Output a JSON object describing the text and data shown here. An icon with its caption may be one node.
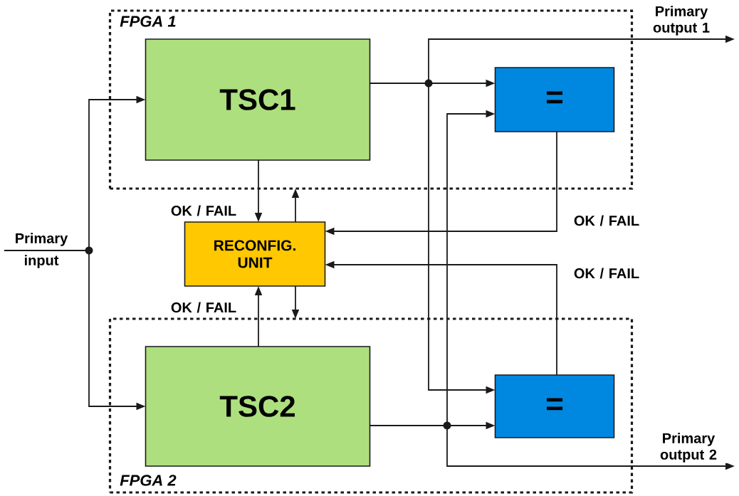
{
  "diagram": {
    "nodes": [
      {
        "text": [
          "FPGA 1"
        ]
      },
      {
        "text": [
          "TSC1"
        ],
        "in": 0
      },
      {
        "text": [
          "="
        ],
        "in": 0
      },
      {
        "text": [
          "Primary input"
        ]
      },
      {
        "text": [
          "RECONFIG. UNIT"
        ]
      },
      {
        "text": [
          "FPGA 2"
        ]
      },
      {
        "text": [
          "TSC2"
        ],
        "in": 5
      },
      {
        "text": [
          "="
        ],
        "in": 5
      }
    ],
    "edges": [
      {
        "from": 3,
        "to": 1,
        "arrow": "to"
      },
      {
        "from": 3,
        "to": 6,
        "arrow": "to"
      },
      {
        "from": 1,
        "to": 2,
        "arrow": "to"
      },
      {
        "from": 1,
        "to": null,
        "arrow": "to",
        "label": "Primary output 1"
      },
      {
        "from": 1,
        "to": 7,
        "arrow": "to"
      },
      {
        "from": 6,
        "to": 7,
        "arrow": "to"
      },
      {
        "from": 6,
        "to": 2,
        "arrow": "to"
      },
      {
        "from": 6,
        "to": null,
        "arrow": "to",
        "label": "Primary output 2"
      },
      {
        "from": 1,
        "to": 4,
        "arrow": "to",
        "label": "OK / FAIL"
      },
      {
        "from": 4,
        "to": 0,
        "arrow": "to"
      },
      {
        "from": 6,
        "to": 4,
        "arrow": "to",
        "label": "OK / FAIL"
      },
      {
        "from": 4,
        "to": 5,
        "arrow": "to"
      },
      {
        "from": 2,
        "to": 4,
        "arrow": "to",
        "label": "OK / FAIL"
      },
      {
        "from": 7,
        "to": 4,
        "arrow": "to",
        "label": "OK / FAIL"
      }
    ]
  }
}
